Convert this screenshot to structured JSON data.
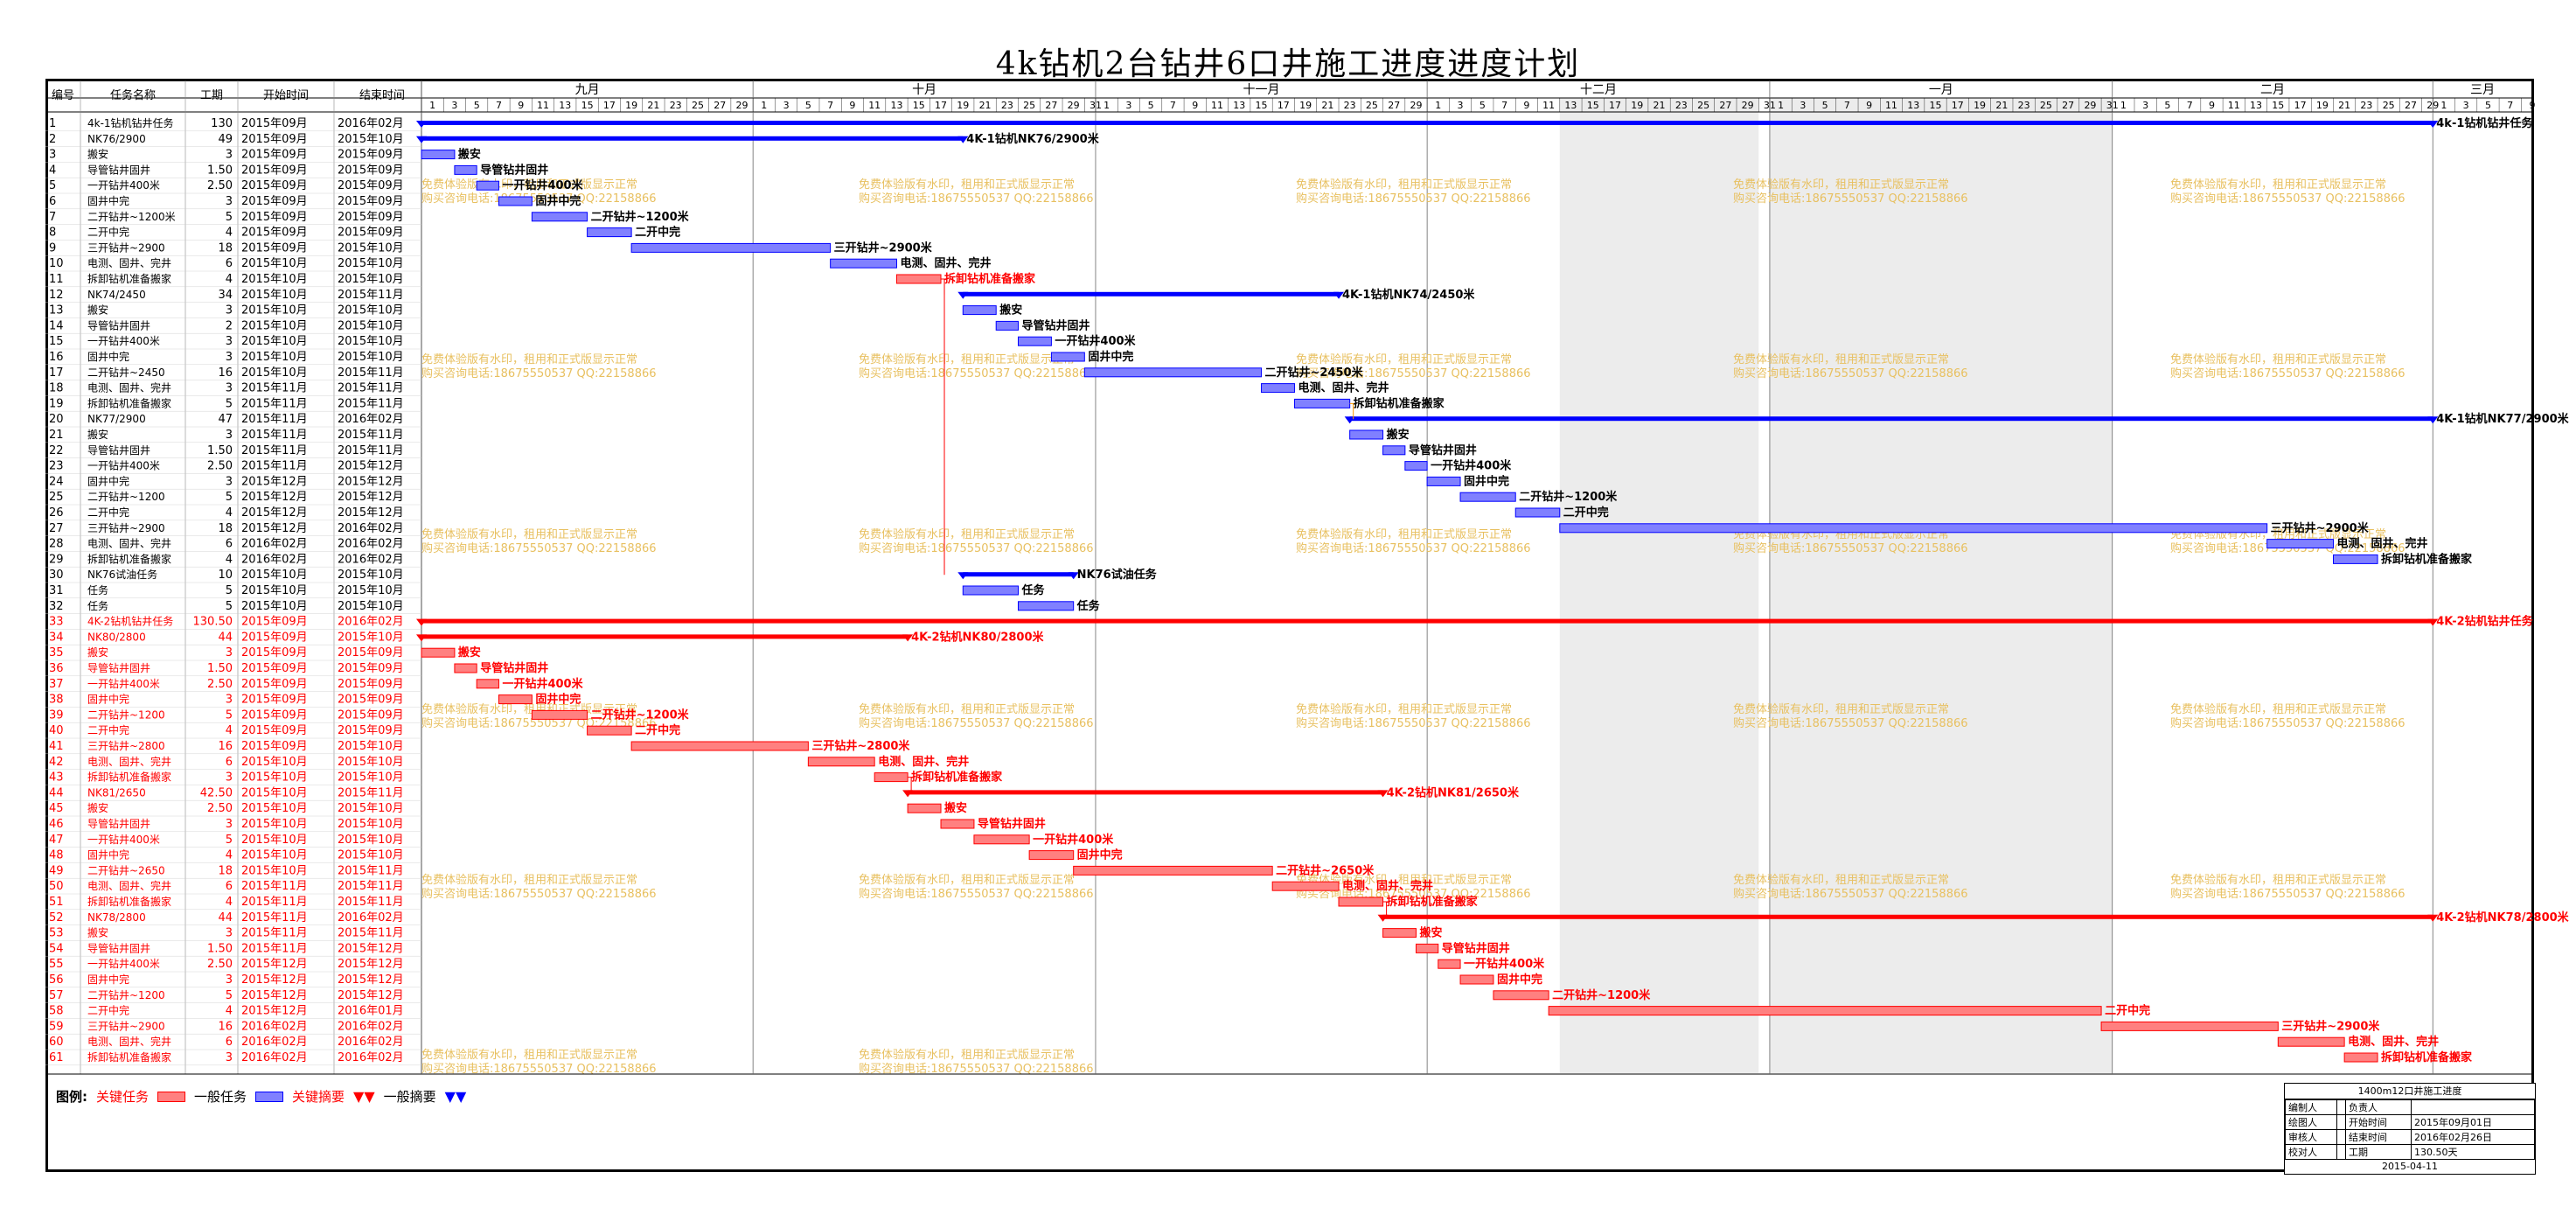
{
  "title": "4k钻机2台钻井6口井施工进度进度计划",
  "columns": {
    "id": "编号",
    "name": "任务名称",
    "duration": "工期",
    "start": "开始时间",
    "end": "结束时间"
  },
  "months": [
    "九月",
    "十月",
    "十一月",
    "十二月",
    "一月",
    "二月",
    "三月"
  ],
  "colors": {
    "critical": "#ff0000",
    "critical_bar": "#ff8080",
    "normal": "#0000ff",
    "normal_bar": "#8080ff",
    "watermark": "#e8c060"
  },
  "chart_data": {
    "type": "gantt",
    "x_axis": "date (2015-09-01 to 2016-03-09)",
    "tasks": [
      {
        "id": 1,
        "name": "4k-1钻机钻井任务",
        "dur": "130",
        "start": "2015年09月",
        "end": "2016年02月",
        "s": "2015-09-01",
        "e": "2016-03-01",
        "kind": "summary",
        "crit": false,
        "label": "4k-1钻机钻井任务"
      },
      {
        "id": 2,
        "name": "NK76/2900",
        "dur": "49",
        "start": "2015年09月",
        "end": "2015年10月",
        "s": "2015-09-01",
        "e": "2015-10-20",
        "kind": "summary",
        "crit": false,
        "label": "4K-1钻机NK76/2900米"
      },
      {
        "id": 3,
        "name": "搬安",
        "dur": "3",
        "start": "2015年09月",
        "end": "2015年09月",
        "s": "2015-09-01",
        "e": "2015-09-04",
        "kind": "task",
        "crit": false,
        "label": "搬安"
      },
      {
        "id": 4,
        "name": "导管钻井固井",
        "dur": "1.50",
        "start": "2015年09月",
        "end": "2015年09月",
        "s": "2015-09-04",
        "e": "2015-09-06",
        "kind": "task",
        "crit": false,
        "label": "导管钻井固井"
      },
      {
        "id": 5,
        "name": "一开钻井400米",
        "dur": "2.50",
        "start": "2015年09月",
        "end": "2015年09月",
        "s": "2015-09-06",
        "e": "2015-09-08",
        "kind": "task",
        "crit": false,
        "label": "一开钻井400米"
      },
      {
        "id": 6,
        "name": "固井中完",
        "dur": "3",
        "start": "2015年09月",
        "end": "2015年09月",
        "s": "2015-09-08",
        "e": "2015-09-11",
        "kind": "task",
        "crit": false,
        "label": "固井中完"
      },
      {
        "id": 7,
        "name": "二开钻井~1200米",
        "dur": "5",
        "start": "2015年09月",
        "end": "2015年09月",
        "s": "2015-09-11",
        "e": "2015-09-16",
        "kind": "task",
        "crit": false,
        "label": "二开钻井~1200米"
      },
      {
        "id": 8,
        "name": "二开中完",
        "dur": "4",
        "start": "2015年09月",
        "end": "2015年09月",
        "s": "2015-09-16",
        "e": "2015-09-20",
        "kind": "task",
        "crit": false,
        "label": "二开中完"
      },
      {
        "id": 9,
        "name": "三开钻井~2900",
        "dur": "18",
        "start": "2015年09月",
        "end": "2015年10月",
        "s": "2015-09-20",
        "e": "2015-10-08",
        "kind": "task",
        "crit": false,
        "label": "三开钻井~2900米"
      },
      {
        "id": 10,
        "name": "电测、固井、完井",
        "dur": "6",
        "start": "2015年10月",
        "end": "2015年10月",
        "s": "2015-10-08",
        "e": "2015-10-14",
        "kind": "task",
        "crit": false,
        "label": "电测、固井、完井"
      },
      {
        "id": 11,
        "name": "拆卸钻机准备搬家",
        "dur": "4",
        "start": "2015年10月",
        "end": "2015年10月",
        "s": "2015-10-14",
        "e": "2015-10-18",
        "kind": "task",
        "crit": true,
        "label": "拆卸钻机准备搬家"
      },
      {
        "id": 12,
        "name": "NK74/2450",
        "dur": "34",
        "start": "2015年10月",
        "end": "2015年11月",
        "s": "2015-10-20",
        "e": "2015-11-23",
        "kind": "summary",
        "crit": false,
        "label": "4K-1钻机NK74/2450米"
      },
      {
        "id": 13,
        "name": "搬安",
        "dur": "3",
        "start": "2015年10月",
        "end": "2015年10月",
        "s": "2015-10-20",
        "e": "2015-10-23",
        "kind": "task",
        "crit": false,
        "label": "搬安"
      },
      {
        "id": 14,
        "name": "导管钻井固井",
        "dur": "2",
        "start": "2015年10月",
        "end": "2015年10月",
        "s": "2015-10-23",
        "e": "2015-10-25",
        "kind": "task",
        "crit": false,
        "label": "导管钻井固井"
      },
      {
        "id": 15,
        "name": "一开钻井400米",
        "dur": "3",
        "start": "2015年10月",
        "end": "2015年10月",
        "s": "2015-10-25",
        "e": "2015-10-28",
        "kind": "task",
        "crit": false,
        "label": "一开钻井400米"
      },
      {
        "id": 16,
        "name": "固井中完",
        "dur": "3",
        "start": "2015年10月",
        "end": "2015年10月",
        "s": "2015-10-28",
        "e": "2015-10-31",
        "kind": "task",
        "crit": false,
        "label": "固井中完"
      },
      {
        "id": 17,
        "name": "二开钻井~2450",
        "dur": "16",
        "start": "2015年10月",
        "end": "2015年11月",
        "s": "2015-10-31",
        "e": "2015-11-16",
        "kind": "task",
        "crit": false,
        "label": "二开钻井~2450米"
      },
      {
        "id": 18,
        "name": "电测、固井、完井",
        "dur": "3",
        "start": "2015年11月",
        "end": "2015年11月",
        "s": "2015-11-16",
        "e": "2015-11-19",
        "kind": "task",
        "crit": false,
        "label": "电测、固井、完井"
      },
      {
        "id": 19,
        "name": "拆卸钻机准备搬家",
        "dur": "5",
        "start": "2015年11月",
        "end": "2015年11月",
        "s": "2015-11-19",
        "e": "2015-11-24",
        "kind": "task",
        "crit": false,
        "label": "拆卸钻机准备搬家"
      },
      {
        "id": 20,
        "name": "NK77/2900",
        "dur": "47",
        "start": "2015年11月",
        "end": "2016年02月",
        "s": "2015-11-24",
        "e": "2016-03-01",
        "kind": "summary",
        "crit": false,
        "label": "4K-1钻机NK77/2900米"
      },
      {
        "id": 21,
        "name": "搬安",
        "dur": "3",
        "start": "2015年11月",
        "end": "2015年11月",
        "s": "2015-11-24",
        "e": "2015-11-27",
        "kind": "task",
        "crit": false,
        "label": "搬安"
      },
      {
        "id": 22,
        "name": "导管钻井固井",
        "dur": "1.50",
        "start": "2015年11月",
        "end": "2015年11月",
        "s": "2015-11-27",
        "e": "2015-11-29",
        "kind": "task",
        "crit": false,
        "label": "导管钻井固井"
      },
      {
        "id": 23,
        "name": "一开钻井400米",
        "dur": "2.50",
        "start": "2015年11月",
        "end": "2015年12月",
        "s": "2015-11-29",
        "e": "2015-12-01",
        "kind": "task",
        "crit": false,
        "label": "一开钻井400米"
      },
      {
        "id": 24,
        "name": "固井中完",
        "dur": "3",
        "start": "2015年12月",
        "end": "2015年12月",
        "s": "2015-12-01",
        "e": "2015-12-04",
        "kind": "task",
        "crit": false,
        "label": "固井中完"
      },
      {
        "id": 25,
        "name": "二开钻井~1200",
        "dur": "5",
        "start": "2015年12月",
        "end": "2015年12月",
        "s": "2015-12-04",
        "e": "2015-12-09",
        "kind": "task",
        "crit": false,
        "label": "二开钻井~1200米"
      },
      {
        "id": 26,
        "name": "二开中完",
        "dur": "4",
        "start": "2015年12月",
        "end": "2015年12月",
        "s": "2015-12-09",
        "e": "2015-12-13",
        "kind": "task",
        "crit": false,
        "label": "二开中完"
      },
      {
        "id": 27,
        "name": "三开钻井~2900",
        "dur": "18",
        "start": "2015年12月",
        "end": "2016年02月",
        "s": "2015-12-13",
        "e": "2016-02-15",
        "kind": "task",
        "crit": false,
        "label": "三开钻井~2900米"
      },
      {
        "id": 28,
        "name": "电测、固井、完井",
        "dur": "6",
        "start": "2016年02月",
        "end": "2016年02月",
        "s": "2016-02-15",
        "e": "2016-02-21",
        "kind": "task",
        "crit": false,
        "label": "电测、固井、完井"
      },
      {
        "id": 29,
        "name": "拆卸钻机准备搬家",
        "dur": "4",
        "start": "2016年02月",
        "end": "2016年02月",
        "s": "2016-02-21",
        "e": "2016-02-25",
        "kind": "task",
        "crit": false,
        "label": "拆卸钻机准备搬家"
      },
      {
        "id": 30,
        "name": "NK76试油任务",
        "dur": "10",
        "start": "2015年10月",
        "end": "2015年10月",
        "s": "2015-10-20",
        "e": "2015-10-30",
        "kind": "summary",
        "crit": false,
        "label": "NK76试油任务"
      },
      {
        "id": 31,
        "name": "任务",
        "dur": "5",
        "start": "2015年10月",
        "end": "2015年10月",
        "s": "2015-10-20",
        "e": "2015-10-25",
        "kind": "task",
        "crit": false,
        "label": "任务"
      },
      {
        "id": 32,
        "name": "任务",
        "dur": "5",
        "start": "2015年10月",
        "end": "2015年10月",
        "s": "2015-10-25",
        "e": "2015-10-30",
        "kind": "task",
        "crit": false,
        "label": "任务"
      },
      {
        "id": 33,
        "name": "4K-2钻机钻井任务",
        "dur": "130.50",
        "start": "2015年09月",
        "end": "2016年02月",
        "s": "2015-09-01",
        "e": "2016-03-01",
        "kind": "summary",
        "crit": true,
        "label": "4K-2钻机钻井任务"
      },
      {
        "id": 34,
        "name": "NK80/2800",
        "dur": "44",
        "start": "2015年09月",
        "end": "2015年10月",
        "s": "2015-09-01",
        "e": "2015-10-15",
        "kind": "summary",
        "crit": true,
        "label": "4K-2钻机NK80/2800米"
      },
      {
        "id": 35,
        "name": "搬安",
        "dur": "3",
        "start": "2015年09月",
        "end": "2015年09月",
        "s": "2015-09-01",
        "e": "2015-09-04",
        "kind": "task",
        "crit": true,
        "label": "搬安"
      },
      {
        "id": 36,
        "name": "导管钻井固井",
        "dur": "1.50",
        "start": "2015年09月",
        "end": "2015年09月",
        "s": "2015-09-04",
        "e": "2015-09-06",
        "kind": "task",
        "crit": true,
        "label": "导管钻井固井"
      },
      {
        "id": 37,
        "name": "一开钻井400米",
        "dur": "2.50",
        "start": "2015年09月",
        "end": "2015年09月",
        "s": "2015-09-06",
        "e": "2015-09-08",
        "kind": "task",
        "crit": true,
        "label": "一开钻井400米"
      },
      {
        "id": 38,
        "name": "固井中完",
        "dur": "3",
        "start": "2015年09月",
        "end": "2015年09月",
        "s": "2015-09-08",
        "e": "2015-09-11",
        "kind": "task",
        "crit": true,
        "label": "固井中完"
      },
      {
        "id": 39,
        "name": "二开钻井~1200",
        "dur": "5",
        "start": "2015年09月",
        "end": "2015年09月",
        "s": "2015-09-11",
        "e": "2015-09-16",
        "kind": "task",
        "crit": true,
        "label": "二开钻井~1200米"
      },
      {
        "id": 40,
        "name": "二开中完",
        "dur": "4",
        "start": "2015年09月",
        "end": "2015年09月",
        "s": "2015-09-16",
        "e": "2015-09-20",
        "kind": "task",
        "crit": true,
        "label": "二开中完"
      },
      {
        "id": 41,
        "name": "三开钻井~2800",
        "dur": "16",
        "start": "2015年09月",
        "end": "2015年10月",
        "s": "2015-09-20",
        "e": "2015-10-06",
        "kind": "task",
        "crit": true,
        "label": "三开钻井~2800米"
      },
      {
        "id": 42,
        "name": "电测、固井、完井",
        "dur": "6",
        "start": "2015年10月",
        "end": "2015年10月",
        "s": "2015-10-06",
        "e": "2015-10-12",
        "kind": "task",
        "crit": true,
        "label": "电测、固井、完井"
      },
      {
        "id": 43,
        "name": "拆卸钻机准备搬家",
        "dur": "3",
        "start": "2015年10月",
        "end": "2015年10月",
        "s": "2015-10-12",
        "e": "2015-10-15",
        "kind": "task",
        "crit": true,
        "label": "拆卸钻机准备搬家"
      },
      {
        "id": 44,
        "name": "NK81/2650",
        "dur": "42.50",
        "start": "2015年10月",
        "end": "2015年11月",
        "s": "2015-10-15",
        "e": "2015-11-27",
        "kind": "summary",
        "crit": true,
        "label": "4K-2钻机NK81/2650米"
      },
      {
        "id": 45,
        "name": "搬安",
        "dur": "2.50",
        "start": "2015年10月",
        "end": "2015年10月",
        "s": "2015-10-15",
        "e": "2015-10-18",
        "kind": "task",
        "crit": true,
        "label": "搬安"
      },
      {
        "id": 46,
        "name": "导管钻井固井",
        "dur": "3",
        "start": "2015年10月",
        "end": "2015年10月",
        "s": "2015-10-18",
        "e": "2015-10-21",
        "kind": "task",
        "crit": true,
        "label": "导管钻井固井"
      },
      {
        "id": 47,
        "name": "一开钻井400米",
        "dur": "5",
        "start": "2015年10月",
        "end": "2015年10月",
        "s": "2015-10-21",
        "e": "2015-10-26",
        "kind": "task",
        "crit": true,
        "label": "一开钻井400米"
      },
      {
        "id": 48,
        "name": "固井中完",
        "dur": "4",
        "start": "2015年10月",
        "end": "2015年10月",
        "s": "2015-10-26",
        "e": "2015-10-30",
        "kind": "task",
        "crit": true,
        "label": "固井中完"
      },
      {
        "id": 49,
        "name": "二开钻井~2650",
        "dur": "18",
        "start": "2015年10月",
        "end": "2015年11月",
        "s": "2015-10-30",
        "e": "2015-11-17",
        "kind": "task",
        "crit": true,
        "label": "二开钻井~2650米"
      },
      {
        "id": 50,
        "name": "电测、固井、完井",
        "dur": "6",
        "start": "2015年11月",
        "end": "2015年11月",
        "s": "2015-11-17",
        "e": "2015-11-23",
        "kind": "task",
        "crit": true,
        "label": "电测、固井、完井"
      },
      {
        "id": 51,
        "name": "拆卸钻机准备搬家",
        "dur": "4",
        "start": "2015年11月",
        "end": "2015年11月",
        "s": "2015-11-23",
        "e": "2015-11-27",
        "kind": "task",
        "crit": true,
        "label": "拆卸钻机准备搬家"
      },
      {
        "id": 52,
        "name": "NK78/2800",
        "dur": "44",
        "start": "2015年11月",
        "end": "2016年02月",
        "s": "2015-11-27",
        "e": "2016-03-01",
        "kind": "summary",
        "crit": true,
        "label": "4K-2钻机NK78/2800米"
      },
      {
        "id": 53,
        "name": "搬安",
        "dur": "3",
        "start": "2015年11月",
        "end": "2015年11月",
        "s": "2015-11-27",
        "e": "2015-11-30",
        "kind": "task",
        "crit": true,
        "label": "搬安"
      },
      {
        "id": 54,
        "name": "导管钻井固井",
        "dur": "1.50",
        "start": "2015年11月",
        "end": "2015年12月",
        "s": "2015-11-30",
        "e": "2015-12-02",
        "kind": "task",
        "crit": true,
        "label": "导管钻井固井"
      },
      {
        "id": 55,
        "name": "一开钻井400米",
        "dur": "2.50",
        "start": "2015年12月",
        "end": "2015年12月",
        "s": "2015-12-02",
        "e": "2015-12-04",
        "kind": "task",
        "crit": true,
        "label": "一开钻井400米"
      },
      {
        "id": 56,
        "name": "固井中完",
        "dur": "3",
        "start": "2015年12月",
        "end": "2015年12月",
        "s": "2015-12-04",
        "e": "2015-12-07",
        "kind": "task",
        "crit": true,
        "label": "固井中完"
      },
      {
        "id": 57,
        "name": "二开钻井~1200",
        "dur": "5",
        "start": "2015年12月",
        "end": "2015年12月",
        "s": "2015-12-07",
        "e": "2015-12-12",
        "kind": "task",
        "crit": true,
        "label": "二开钻井~1200米"
      },
      {
        "id": 58,
        "name": "二开中完",
        "dur": "4",
        "start": "2015年12月",
        "end": "2016年01月",
        "s": "2015-12-12",
        "e": "2016-01-31",
        "kind": "task",
        "crit": true,
        "label": "二开中完"
      },
      {
        "id": 59,
        "name": "三开钻井~2900",
        "dur": "16",
        "start": "2016年02月",
        "end": "2016年02月",
        "s": "2016-01-31",
        "e": "2016-02-16",
        "kind": "task",
        "crit": true,
        "label": "三开钻井~2900米"
      },
      {
        "id": 60,
        "name": "电测、固井、完井",
        "dur": "6",
        "start": "2016年02月",
        "end": "2016年02月",
        "s": "2016-02-16",
        "e": "2016-02-22",
        "kind": "task",
        "crit": true,
        "label": "电测、固井、完井"
      },
      {
        "id": 61,
        "name": "拆卸钻机准备搬家",
        "dur": "3",
        "start": "2016年02月",
        "end": "2016年02月",
        "s": "2016-02-22",
        "e": "2016-02-25",
        "kind": "task",
        "crit": true,
        "label": "拆卸钻机准备搬家"
      }
    ]
  },
  "legend": {
    "title": "图例:",
    "critical_task": "关键任务",
    "normal_task": "一般任务",
    "critical_summary": "关键摘要",
    "normal_summary": "一般摘要"
  },
  "watermark": {
    "line1": "免费体验版有水印，租用和正式版显示正常",
    "line2": "购买咨询电话:18675550537 QQ:22158866"
  },
  "info_box": {
    "caption": "1400m12口井施工进度",
    "rows": [
      [
        "编制人",
        "",
        "负责人",
        ""
      ],
      [
        "绘图人",
        "",
        "开始时间",
        "2015年09月01日"
      ],
      [
        "审核人",
        "",
        "结束时间",
        "2016年02月26日"
      ],
      [
        "校对人",
        "",
        "工期",
        "130.50天"
      ]
    ],
    "date": "2015-04-11"
  }
}
